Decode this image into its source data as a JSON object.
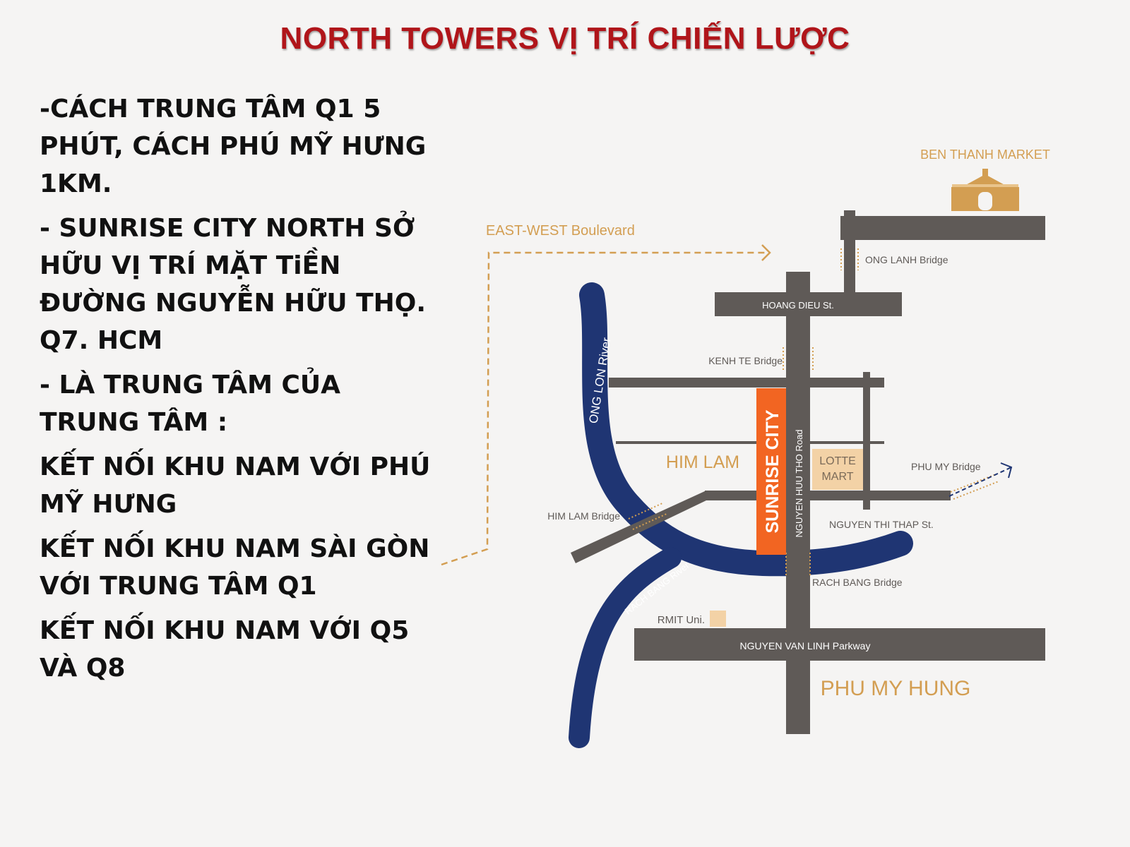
{
  "title": "NORTH TOWERS VỊ TRÍ CHIẾN LƯỢC",
  "paragraphs": [
    "-CÁCH TRUNG TÂM Q1 5 PHÚT, CÁCH PHÚ MỸ HƯNG 1KM.",
    "- SUNRISE CITY NORTH SỞ HỮU VỊ TRÍ MẶT TiỀN ĐƯỜNG NGUYỄN HỮU THỌ. Q7. HCM",
    "-  LÀ TRUNG TÂM CỦA TRUNG TÂM :",
    " KẾT NỐI KHU NAM VỚI PHÚ MỸ HƯNG",
    "KẾT NỐI KHU NAM SÀI GÒN VỚI TRUNG TÂM Q1",
    "KẾT NỐI KHU NAM VỚI Q5 VÀ Q8"
  ],
  "map": {
    "ben_thanh": "BEN THANH MARKET",
    "east_west": "EAST-WEST Boulevard",
    "ong_lanh": "ONG LANH Bridge",
    "hoang_dieu": "HOANG DIEU St.",
    "kenh_te": "KENH TE Bridge",
    "ong_lon": "ONG LON River",
    "sunrise": "SUNRISE CITY",
    "nguyen_huu_tho": "NGUYEN HUU THO Road",
    "lotte_1": "LOTTE",
    "lotte_2": "MART",
    "him_lam": "HIM LAM",
    "phu_my_bridge": "PHU MY Bridge",
    "him_lam_bridge": "HIM LAM Bridge",
    "nguyen_thi_thap": "NGUYEN THI THAP St.",
    "rach_bang_river": "RACH BANG River",
    "rach_bang_bridge": "RACH BANG Bridge",
    "rmit": "RMIT Uni.",
    "nguyen_van_linh": "NGUYEN VAN LINH Parkway",
    "phu_my_hung": "PHU MY HUNG"
  },
  "colors": {
    "title": "#b0151a",
    "road": "#5f5a57",
    "river": "#1f3573",
    "accent": "#d39e52",
    "sunrise": "#f26522",
    "lotte": "#f3d2a6"
  }
}
